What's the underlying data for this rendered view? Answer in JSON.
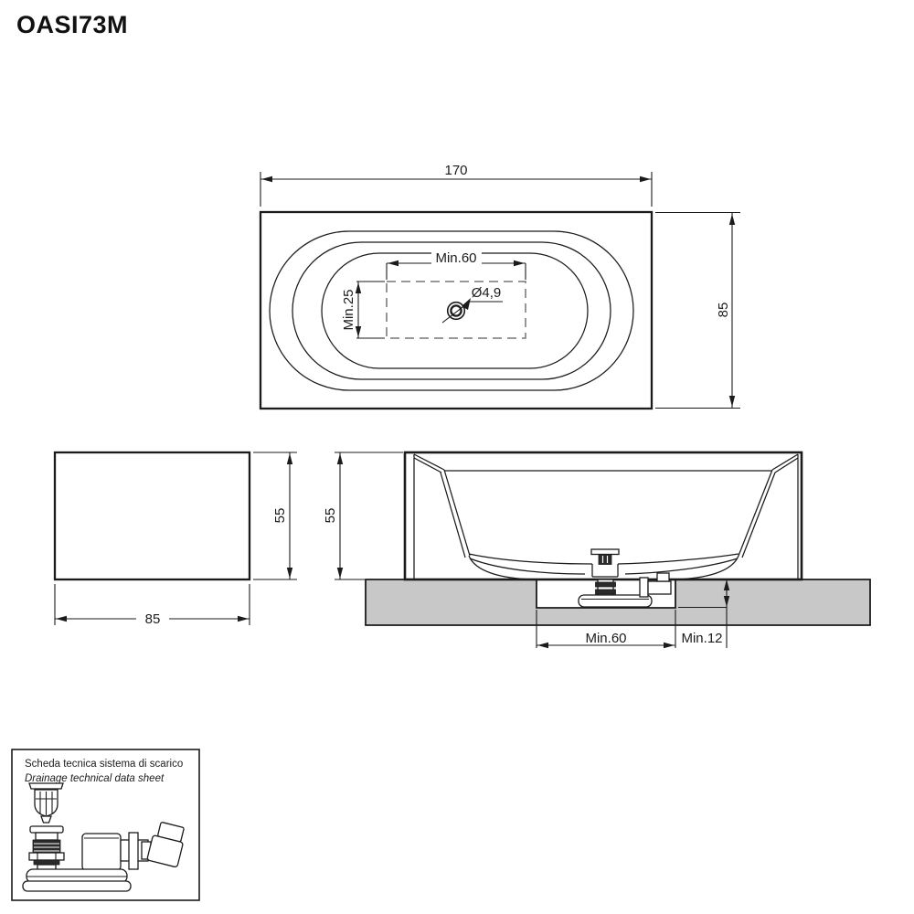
{
  "title": "OASI73M",
  "views": {
    "top": {
      "length": "170",
      "width": "85",
      "drain_zone_length": "Min.60",
      "drain_zone_width": "Min.25",
      "drain_diameter": "Ø4,9"
    },
    "front": {
      "width": "85",
      "height": "55"
    },
    "section": {
      "height": "55",
      "recess_length": "Min.60",
      "recess_offset": "Min.12"
    }
  },
  "drainage_box": {
    "title_it": "Scheda tecnica sistema di scarico",
    "title_en": "Drainage technical data sheet"
  },
  "colors": {
    "line": "#1b1b1b",
    "slab_gray": "#c8c8c8",
    "dashed_gray": "#8a8a8a",
    "background": "#ffffff"
  }
}
